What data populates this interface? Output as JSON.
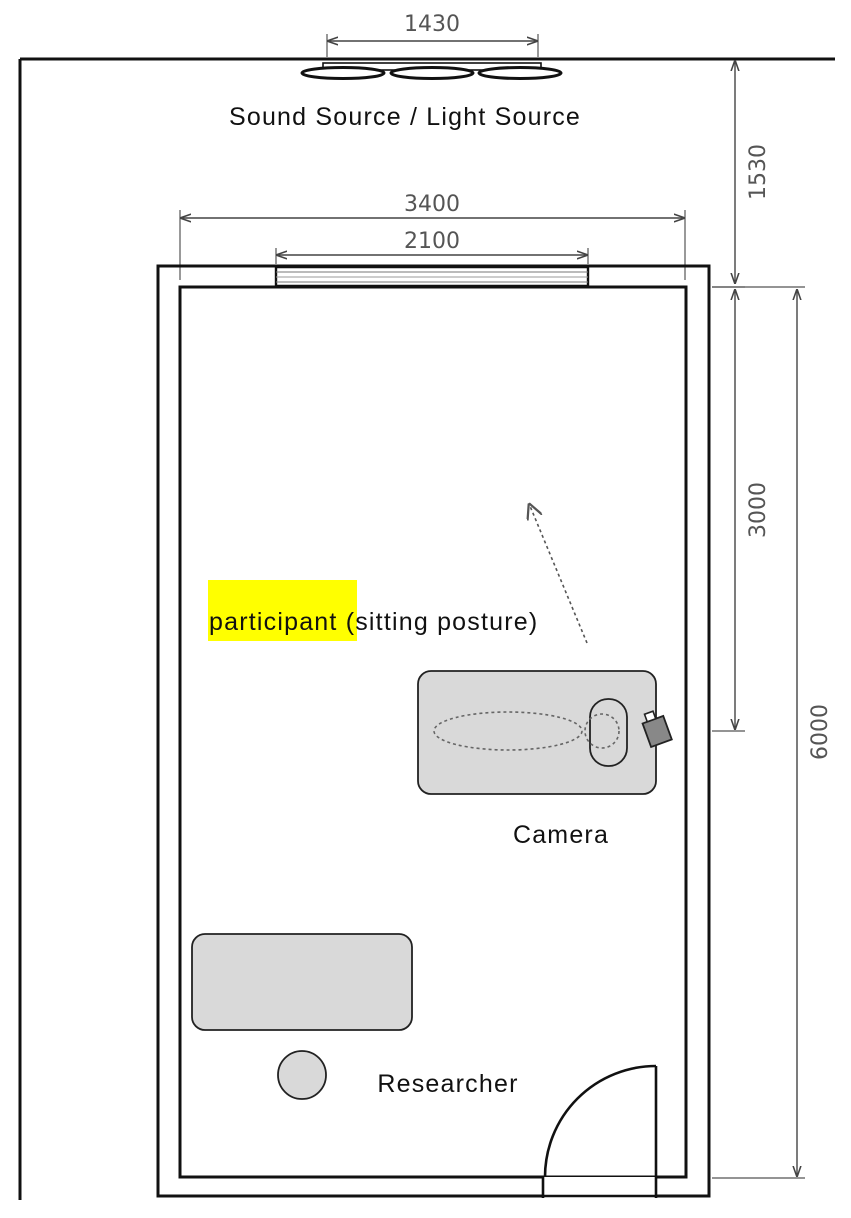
{
  "labels": {
    "source": "Sound Source / Light Source",
    "participant_highlight": "participant",
    "participant_rest": " (sitting posture)",
    "camera": "Camera",
    "researcher": "Researcher"
  },
  "dimensions": {
    "source_width": "1430",
    "source_distance": "1530",
    "room_width": "3400",
    "window_width": "2100",
    "camera_distance": "3000",
    "room_length": "6000"
  },
  "colors": {
    "highlight": "#ffff00",
    "furniture_fill": "#d9d9d9",
    "line": "#111111",
    "dim_line": "#555555"
  }
}
